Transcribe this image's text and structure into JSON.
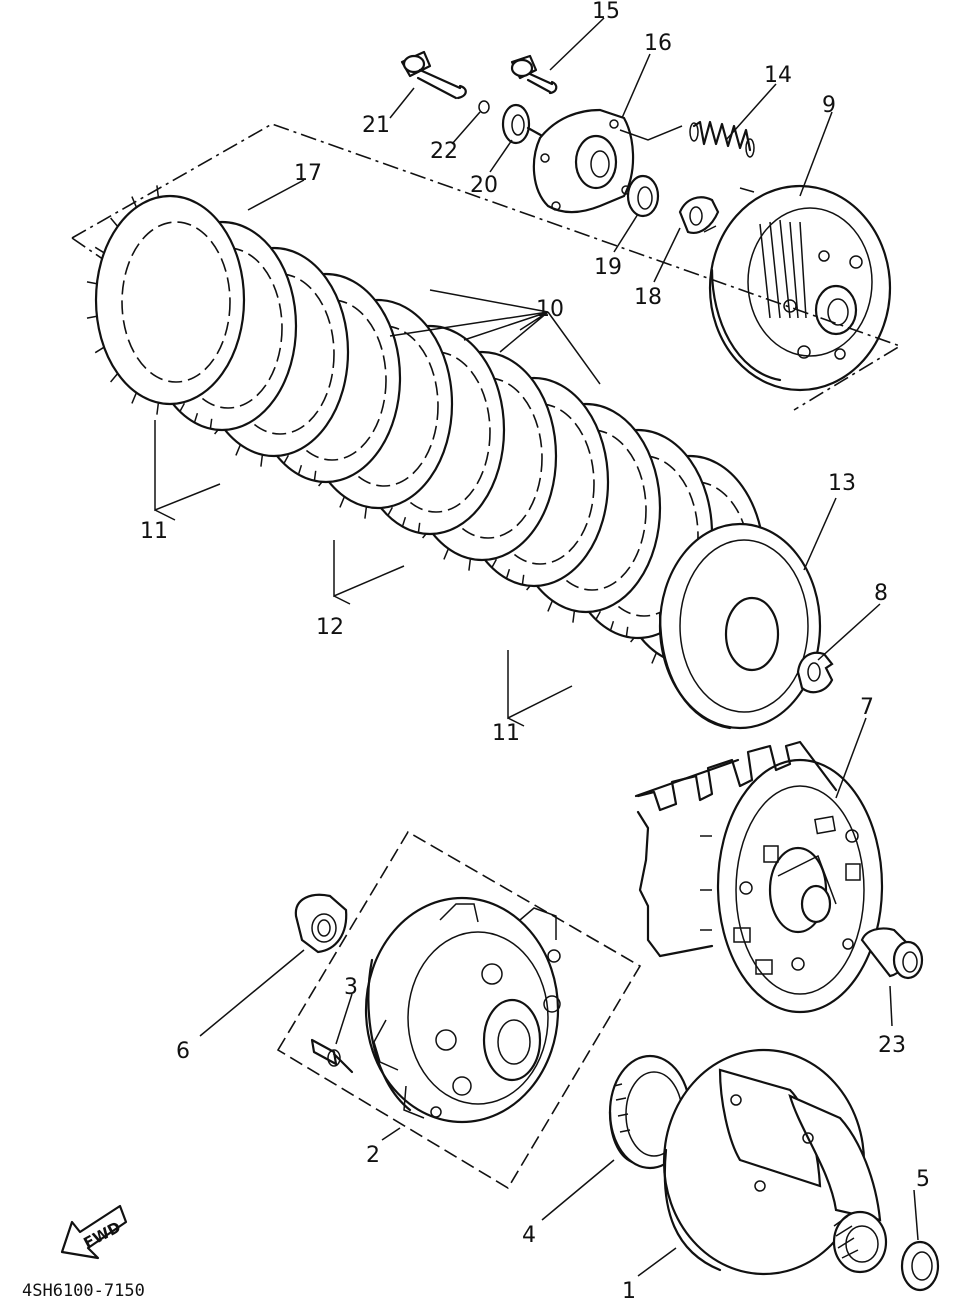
{
  "diagram": {
    "drawing_code": "4SH6100-7150",
    "direction_arrow": "FWD",
    "parts": [
      {
        "id": "p1",
        "label": "1"
      },
      {
        "id": "p2",
        "label": "2"
      },
      {
        "id": "p3",
        "label": "3"
      },
      {
        "id": "p4",
        "label": "4"
      },
      {
        "id": "p5",
        "label": "5"
      },
      {
        "id": "p6",
        "label": "6"
      },
      {
        "id": "p7",
        "label": "7"
      },
      {
        "id": "p8",
        "label": "8"
      },
      {
        "id": "p9",
        "label": "9"
      },
      {
        "id": "p10",
        "label": "10"
      },
      {
        "id": "p11a",
        "label": "11"
      },
      {
        "id": "p11b",
        "label": "11"
      },
      {
        "id": "p12",
        "label": "12"
      },
      {
        "id": "p13",
        "label": "13"
      },
      {
        "id": "p14",
        "label": "14"
      },
      {
        "id": "p15",
        "label": "15"
      },
      {
        "id": "p16",
        "label": "16"
      },
      {
        "id": "p17",
        "label": "17"
      },
      {
        "id": "p18",
        "label": "18"
      },
      {
        "id": "p19",
        "label": "19"
      },
      {
        "id": "p20",
        "label": "20"
      },
      {
        "id": "p21",
        "label": "21"
      },
      {
        "id": "p22",
        "label": "22"
      },
      {
        "id": "p23",
        "label": "23"
      }
    ]
  }
}
